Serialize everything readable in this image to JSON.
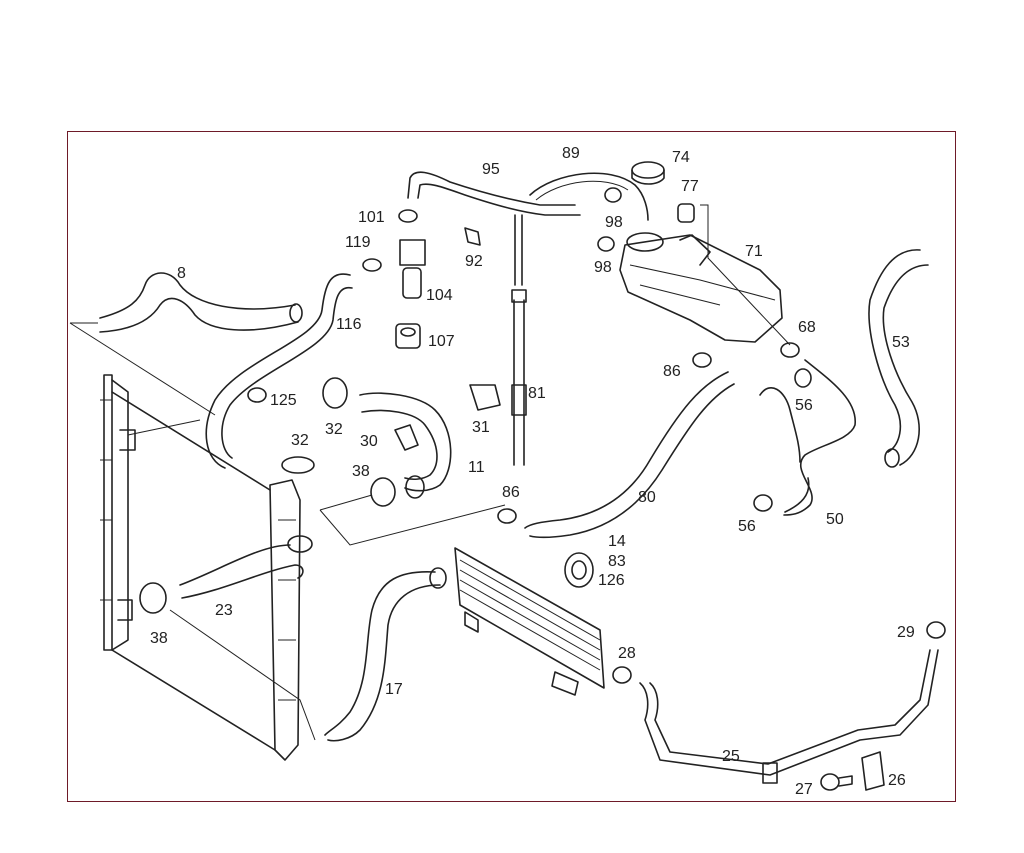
{
  "callouts": [
    {
      "id": "8",
      "text": "8"
    },
    {
      "id": "95",
      "text": "95"
    },
    {
      "id": "89",
      "text": "89"
    },
    {
      "id": "74",
      "text": "74"
    },
    {
      "id": "77",
      "text": "77"
    },
    {
      "id": "98a",
      "text": "98"
    },
    {
      "id": "98b",
      "text": "98"
    },
    {
      "id": "71",
      "text": "71"
    },
    {
      "id": "101",
      "text": "101"
    },
    {
      "id": "119",
      "text": "119"
    },
    {
      "id": "92",
      "text": "92"
    },
    {
      "id": "104",
      "text": "104"
    },
    {
      "id": "107",
      "text": "107"
    },
    {
      "id": "116",
      "text": "116"
    },
    {
      "id": "125",
      "text": "125"
    },
    {
      "id": "32a",
      "text": "32"
    },
    {
      "id": "32b",
      "text": "32"
    },
    {
      "id": "30",
      "text": "30"
    },
    {
      "id": "38a",
      "text": "38"
    },
    {
      "id": "11",
      "text": "11"
    },
    {
      "id": "31",
      "text": "31"
    },
    {
      "id": "81",
      "text": "81"
    },
    {
      "id": "68",
      "text": "68"
    },
    {
      "id": "53",
      "text": "53"
    },
    {
      "id": "86a",
      "text": "86"
    },
    {
      "id": "86b",
      "text": "86"
    },
    {
      "id": "56a",
      "text": "56"
    },
    {
      "id": "56b",
      "text": "56"
    },
    {
      "id": "80",
      "text": "80"
    },
    {
      "id": "50",
      "text": "50"
    },
    {
      "id": "14",
      "text": "14"
    },
    {
      "id": "83",
      "text": "83"
    },
    {
      "id": "126",
      "text": "126"
    },
    {
      "id": "23",
      "text": "23"
    },
    {
      "id": "38b",
      "text": "38"
    },
    {
      "id": "17",
      "text": "17"
    },
    {
      "id": "28",
      "text": "28"
    },
    {
      "id": "29",
      "text": "29"
    },
    {
      "id": "25",
      "text": "25"
    },
    {
      "id": "27",
      "text": "27"
    },
    {
      "id": "26",
      "text": "26"
    }
  ],
  "colors": {
    "frame": "#6e1a28",
    "ink": "#222222",
    "background": "#ffffff"
  }
}
